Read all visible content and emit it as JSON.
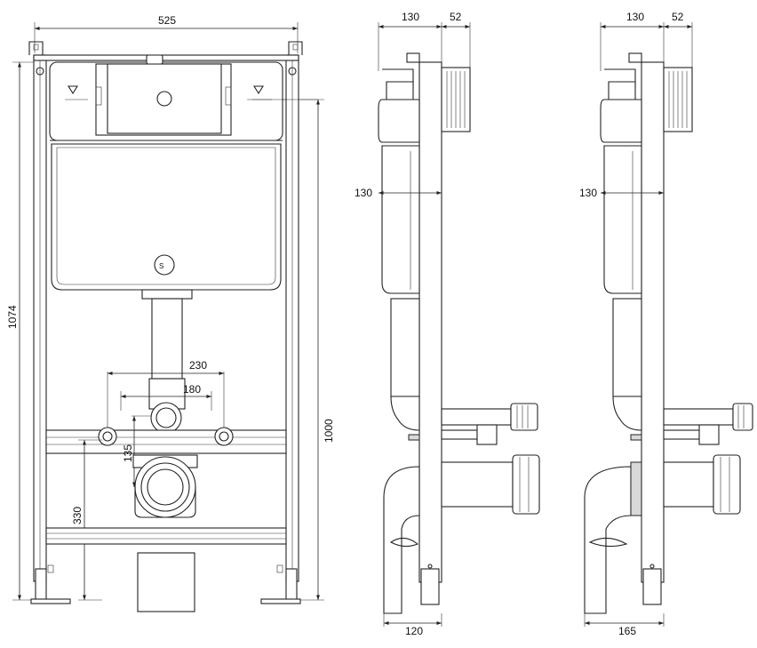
{
  "front_view": {
    "width_label": "525",
    "total_height_label": "1074",
    "height_label": "1000",
    "inlet_spacing_outer": "230",
    "inlet_spacing_inner": "180",
    "drain_offset": "135",
    "drain_height": "330"
  },
  "side_view_a": {
    "depth_top": "130",
    "depth_plate": "52",
    "depth_mid": "130",
    "foot_width": "120"
  },
  "side_view_b": {
    "depth_top": "130",
    "depth_plate": "52",
    "depth_mid": "130",
    "foot_width": "165"
  }
}
